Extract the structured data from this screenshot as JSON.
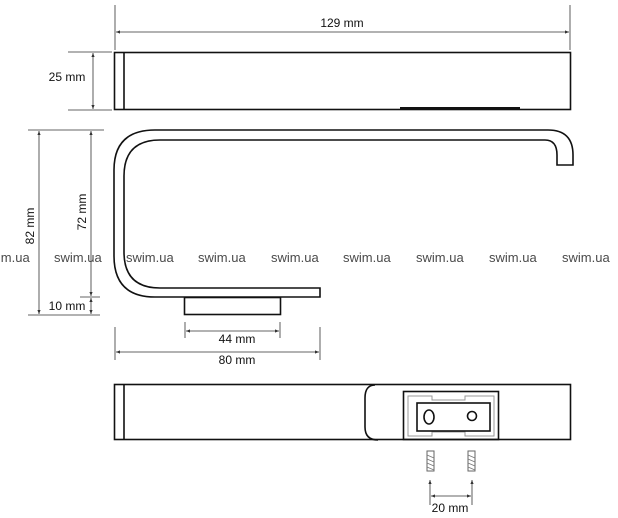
{
  "dimensions": {
    "length": "129 mm",
    "depth": "25 mm",
    "total_height": "82 mm",
    "arm_height": "72 mm",
    "base_height": "10 mm",
    "base_width": "44 mm",
    "projection": "80 mm",
    "screw_spacing": "20 mm"
  },
  "watermark": "swim.ua"
}
